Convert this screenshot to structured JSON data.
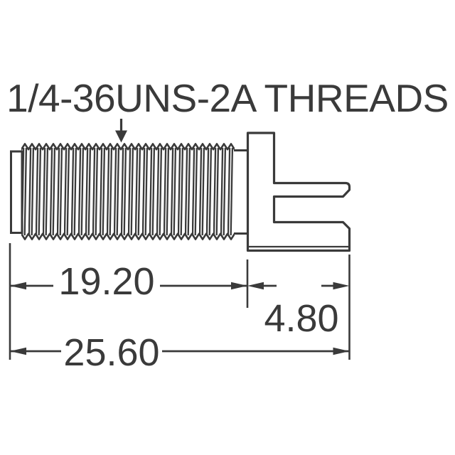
{
  "drawing": {
    "type": "mechanical-dimension-drawing",
    "callout_label": "1/4-36UNS-2A THREADS",
    "dimensions": {
      "thread_length": "19.20",
      "tab_depth": "4.80",
      "overall_length": "25.60"
    },
    "line_color": "#3a3a3a",
    "background_color": "#ffffff"
  }
}
